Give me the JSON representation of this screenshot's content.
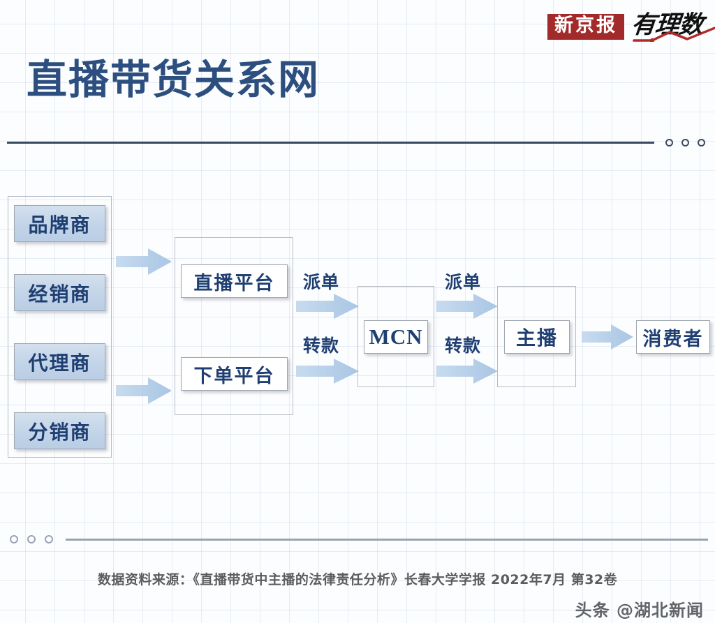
{
  "masthead": {
    "brand": "新京报",
    "sub_brand": "有理数",
    "brand_box_color": "#a32a2a",
    "spark_color": "#b02a2a"
  },
  "title": "直播带货关系网",
  "title_color": "#2c4f80",
  "dividers": {
    "top_dots_count": 3,
    "top_color": "#3b4a63",
    "bottom_dots_count": 3,
    "bottom_color": "#9aa3b0"
  },
  "diagram": {
    "groups": [
      {
        "name": "suppliers-group"
      },
      {
        "name": "platforms-group"
      },
      {
        "name": "mcn-group"
      },
      {
        "name": "anchor-group"
      }
    ],
    "nodes": [
      {
        "id": "brand",
        "label": "品牌商",
        "fill": "blue"
      },
      {
        "id": "dealer",
        "label": "经销商",
        "fill": "blue"
      },
      {
        "id": "agent",
        "label": "代理商",
        "fill": "blue"
      },
      {
        "id": "reseller",
        "label": "分销商",
        "fill": "blue"
      },
      {
        "id": "live-platform",
        "label": "直播平台",
        "fill": "white"
      },
      {
        "id": "order-platform",
        "label": "下单平台",
        "fill": "white"
      },
      {
        "id": "mcn",
        "label": "MCN",
        "fill": "white"
      },
      {
        "id": "anchor",
        "label": "主播",
        "fill": "white"
      },
      {
        "id": "consumer",
        "label": "消费者",
        "fill": "white"
      }
    ],
    "edge_labels": [
      {
        "id": "dispatch-1",
        "label": "派单"
      },
      {
        "id": "transfer-1",
        "label": "转款"
      },
      {
        "id": "dispatch-2",
        "label": "派单"
      },
      {
        "id": "transfer-2",
        "label": "转款"
      }
    ],
    "arrow_color_start": "#c7dbef",
    "arrow_color_end": "#a9c6e4",
    "arrow_count": 7
  },
  "footer": {
    "source": "数据资料来源：《直播带货中主播的法律责任分析》长春大学学报 2022年7月  第32卷",
    "watermark": "头条 @湖北新闻"
  }
}
